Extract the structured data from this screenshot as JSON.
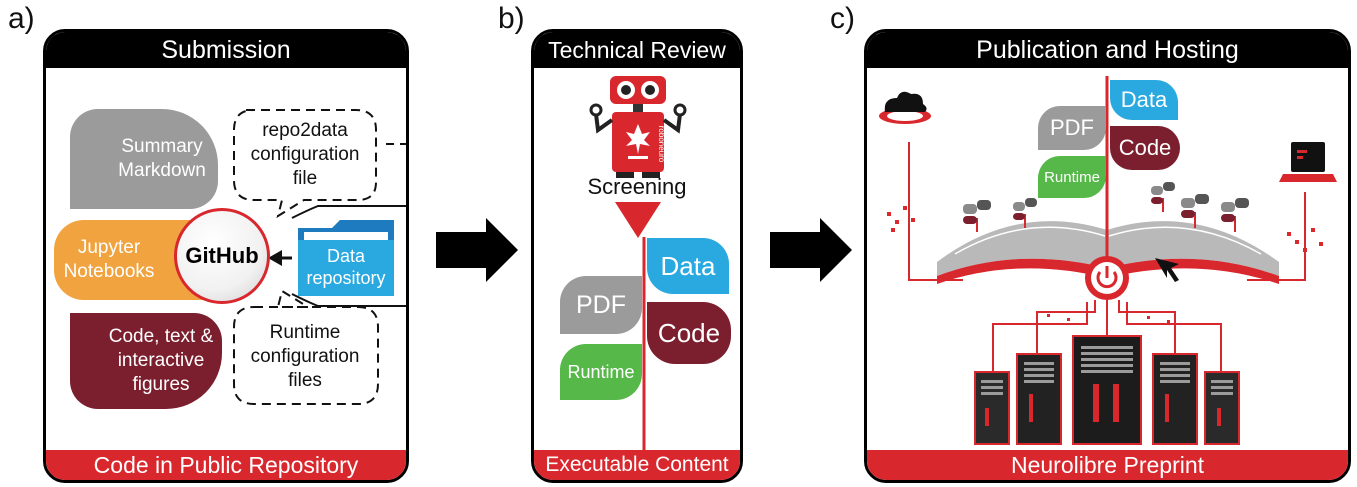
{
  "labels": {
    "a": "a)",
    "b": "b)",
    "c": "c)"
  },
  "panel_a": {
    "title": "Submission",
    "footer": "Code in Public Repository",
    "items": {
      "summary": "Summary Markdown",
      "jupyter": "Jupyter Notebooks",
      "code": "Code, text & interactive figures",
      "repo2data": "repo2data configuration file",
      "runtime": "Runtime configuration files",
      "data_repo": "Data repository",
      "github": "GitHub"
    }
  },
  "panel_b": {
    "title": "Technical Review",
    "footer": "Executable Content",
    "screening": "Screening",
    "robot_text": "roboneuro",
    "leaves": {
      "data": "Data",
      "pdf": "PDF",
      "code": "Code",
      "runtime": "Runtime"
    }
  },
  "panel_c": {
    "title": "Publication and Hosting",
    "footer": "Neurolibre Preprint",
    "leaves": {
      "data": "Data",
      "pdf": "PDF",
      "code": "Code",
      "runtime": "Runtime"
    }
  },
  "colors": {
    "red": "#d9272e",
    "maroon": "#7b1f2e",
    "blue": "#29a9e0",
    "green": "#55b848",
    "gray": "#9b9b9b",
    "orange": "#f0a33f"
  },
  "icons": [
    "cloud-icon",
    "laptop-icon",
    "power-icon",
    "cursor-icon",
    "folder-icon",
    "robot-icon",
    "server-icon",
    "arrow-icon"
  ]
}
